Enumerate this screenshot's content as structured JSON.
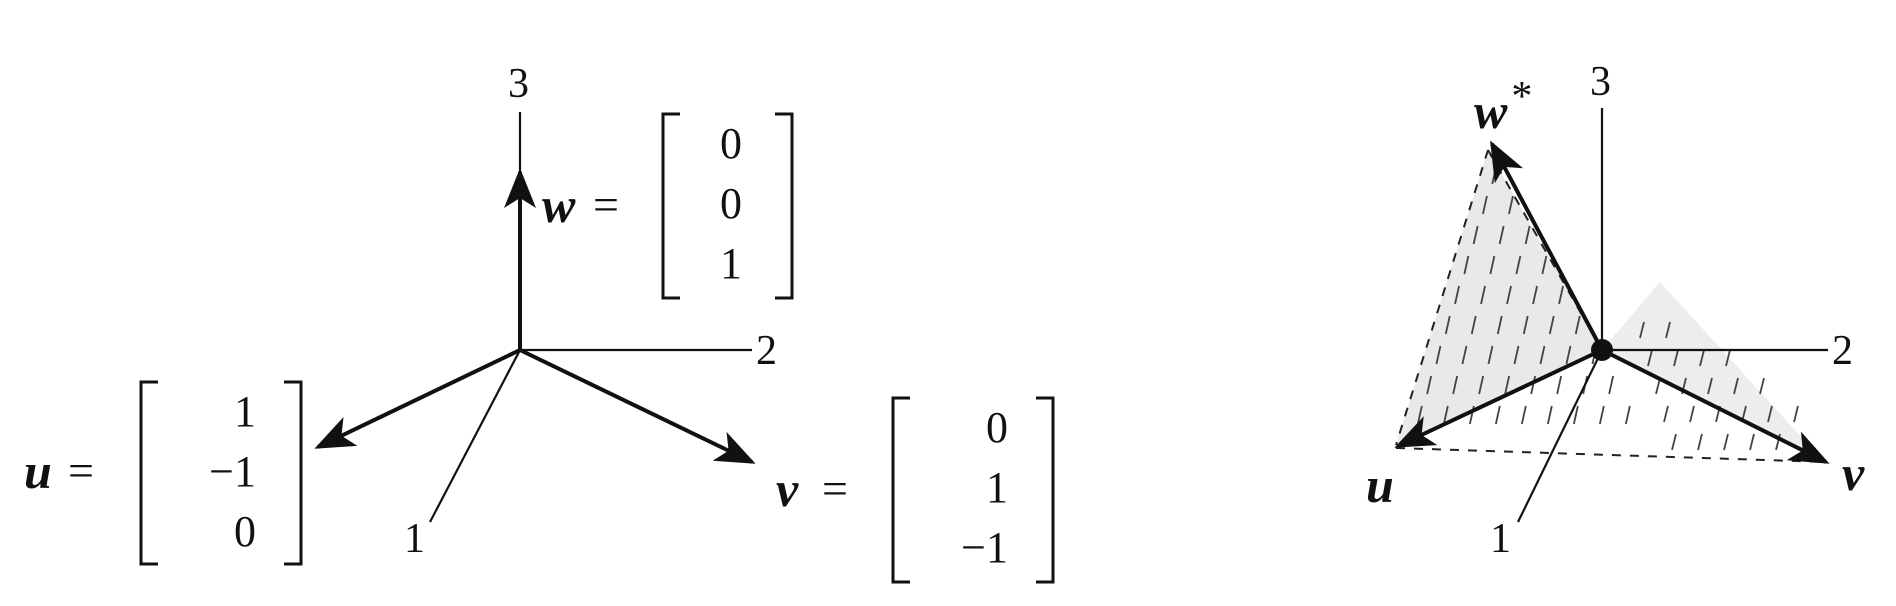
{
  "left_figure": {
    "axis_labels": {
      "axis1": "1",
      "axis2": "2",
      "axis3": "3"
    },
    "vectors": {
      "w": {
        "name": "w",
        "equals": "=",
        "entries": [
          "0",
          "0",
          "1"
        ]
      },
      "u": {
        "name": "u",
        "equals": "=",
        "entries": [
          "1",
          "−1",
          "0"
        ]
      },
      "v": {
        "name": "v",
        "equals": "=",
        "entries": [
          "0",
          "1",
          "−1"
        ]
      }
    }
  },
  "right_figure": {
    "axis_labels": {
      "axis1": "1",
      "axis2": "2",
      "axis3": "3"
    },
    "vector_labels": {
      "w_star": "w",
      "w_star_sup": "*",
      "u": "u",
      "v": "v"
    }
  }
}
